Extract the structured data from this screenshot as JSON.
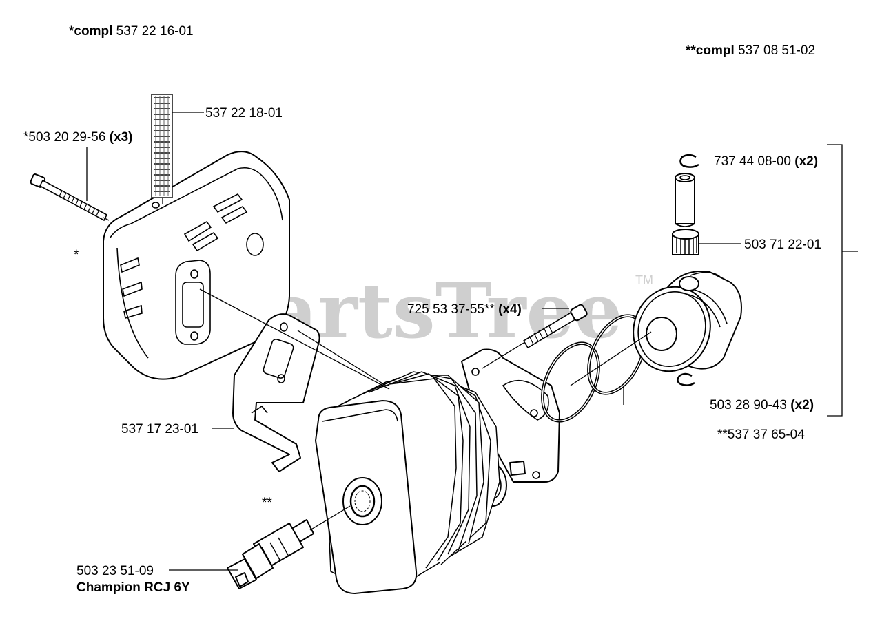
{
  "title_left": {
    "prefix": "*compl",
    "number": "537 22 16-01"
  },
  "title_right": {
    "prefix": "**compl",
    "number": "537 08 51-02"
  },
  "watermark": "PartsTree",
  "watermark_tm": "TM",
  "markers": {
    "single": "*",
    "double": "**"
  },
  "parts": {
    "label_plate": {
      "number": "537 22 18-01"
    },
    "muffler_screw": {
      "number": "*503 20 29-56",
      "qty": "(x3)"
    },
    "gasket": {
      "number": "537 17 23-01"
    },
    "cylinder_screw": {
      "number": "725 53 37-55**",
      "qty": "(x4)"
    },
    "circlip": {
      "number": "737 44 08-00",
      "qty": "(x2)"
    },
    "needle_bearing": {
      "number": "503 71 22-01"
    },
    "piston_ring": {
      "number": "503 28 90-43",
      "qty": "(x2)"
    },
    "piston_kit": {
      "number": "**537 37 65-04"
    },
    "spark_plug": {
      "number": "503 23 51-09",
      "name": "Champion RCJ 6Y"
    }
  }
}
